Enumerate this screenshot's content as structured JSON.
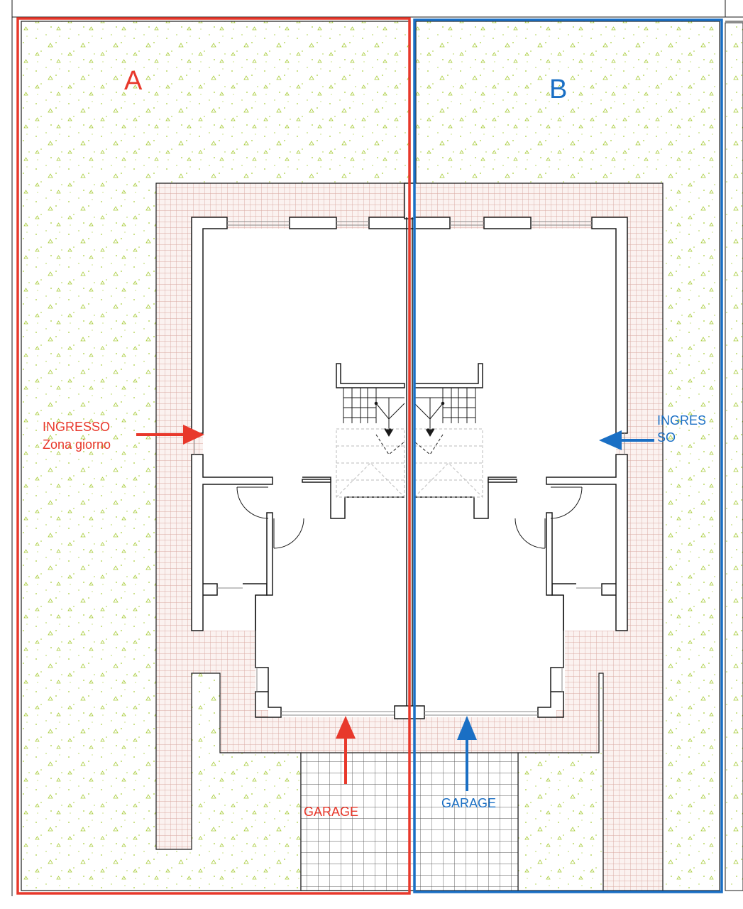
{
  "units": {
    "a": {
      "name": "A",
      "color": "#e8382b"
    },
    "b": {
      "name": "B",
      "color": "#1a6fc4"
    }
  },
  "labels": {
    "ingresso_a_line1": "INGRESSO",
    "ingresso_a_line2": "Zona giorno",
    "ingresso_b_line1": "INGRES",
    "ingresso_b_line2": "SO",
    "garage_a": "GARAGE",
    "garage_b": "GARAGE"
  },
  "colors": {
    "lawn_dot": "#a8cc3a",
    "paving": "#d8a8a0",
    "wall": "#1a1a1a",
    "window": "#888888",
    "driveway": "#555555"
  }
}
